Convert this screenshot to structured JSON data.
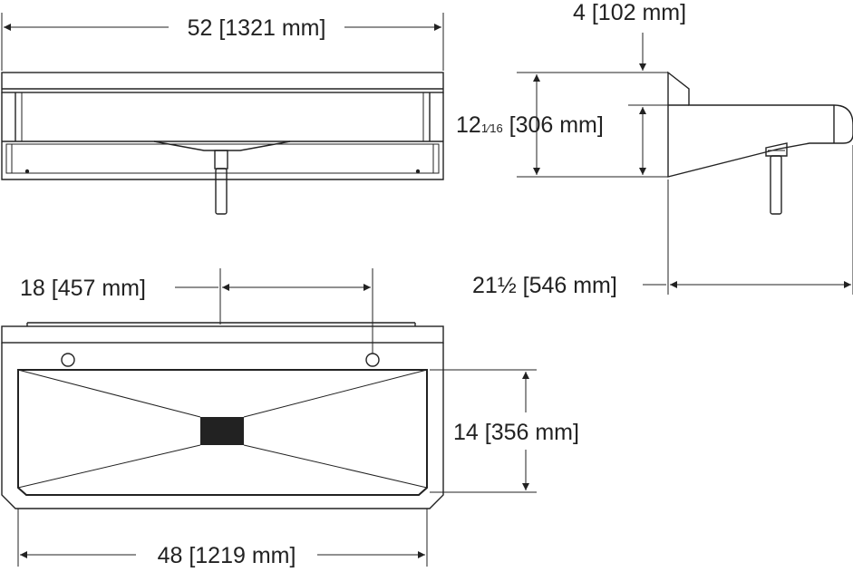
{
  "dimensions": {
    "overall_width": "52 [1321 mm]",
    "top_setback": "4 [102 mm]",
    "height_whole": "12",
    "height_frac": "1⁄16",
    "height_metric": " [306 mm]",
    "depth_whole": "21",
    "depth_frac": "½",
    "depth_metric": " [546 mm]",
    "hole_spacing": "18 [457 mm]",
    "basin_depth": "14 [356 mm]",
    "basin_width": "48 [1219 mm]"
  },
  "colors": {
    "line": "#222222",
    "drain": "#222222",
    "background": "#ffffff"
  }
}
